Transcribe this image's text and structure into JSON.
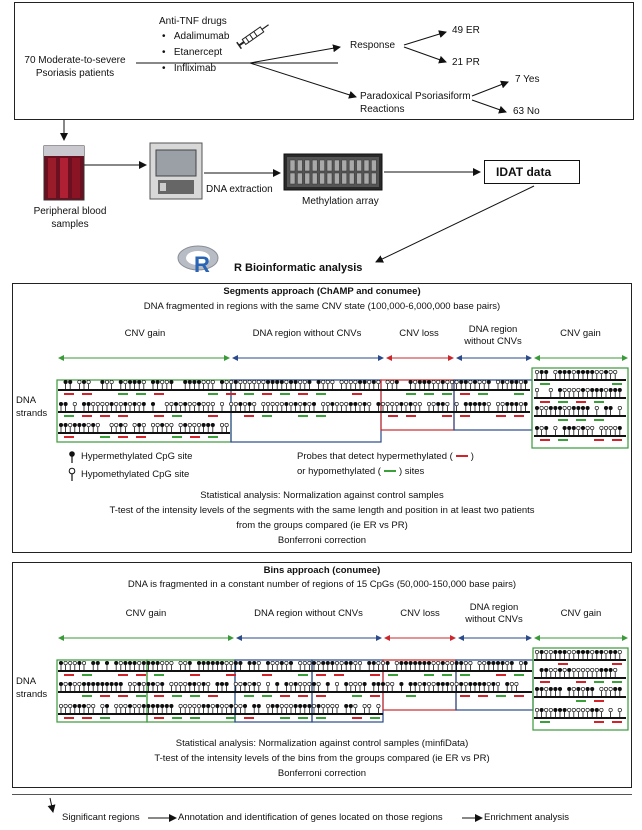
{
  "top": {
    "patients": "70 Moderate-to-severe Psoriasis patients",
    "drugs_title": "Anti-TNF drugs",
    "drugs": [
      "Adalimumab",
      "Etanercept",
      "Infliximab"
    ],
    "response": "Response",
    "er": "49 ER",
    "pr": "21 PR",
    "paradoxical": "Paradoxical Psoriasiform Reactions",
    "yes": "7 Yes",
    "no": "63 No"
  },
  "pipeline": {
    "blood": "Peripheral blood samples",
    "extraction": "DNA extraction",
    "array": "Methylation array",
    "idat": "IDAT data",
    "r_logo": "R",
    "bioinfo": "R Bioinformatic analysis"
  },
  "segments": {
    "title": "Segments approach (ChAMP and conumee)",
    "subtitle": "DNA fragmented in regions with the same CNV state (100,000-6,000,000 base pairs)",
    "regions": [
      "CNV gain",
      "DNA region without CNVs",
      "CNV loss",
      "DNA region without CNVs",
      "CNV gain"
    ],
    "dna_label": "DNA strands",
    "legend_hyper": "Hypermethylated CpG site",
    "legend_hypo": "Hypomethylated CpG site",
    "legend_probe1": "Probes that detect hypermethylated (",
    "legend_probe1_end": ")",
    "legend_probe2": "or hypomethylated (",
    "legend_probe2_end": ") sites",
    "stats": [
      "Statistical analysis: Normalization against control samples",
      "T-test of the intensity levels of the segments with the same length and position  in at least two patients",
      "from the groups compared (ie ER vs PR)",
      "Bonferroni correction"
    ]
  },
  "bins": {
    "title": "Bins approach (conumee)",
    "subtitle": "DNA is fragmented in a constant number of regions of 15 CpGs (50,000-150,000 base pairs)",
    "regions": [
      "CNV gain",
      "DNA region without CNVs",
      "CNV loss",
      "DNA region without CNVs",
      "CNV gain"
    ],
    "dna_label": "DNA strands",
    "stats": [
      "Statistical analysis: Normalization against control samples (minfiData)",
      "T-test of the intensity levels of the bins from the groups compared (ie ER vs PR)",
      "Bonferroni correction"
    ]
  },
  "footer": {
    "steps": [
      "Significant regions",
      "Annotation and identification of genes located on those regions",
      "Enrichment analysis"
    ]
  },
  "colors": {
    "gain": "#3a9a3a",
    "neutral": "#2a4a8a",
    "loss": "#c8282c",
    "hyper_probe": "#d2222a",
    "hypo_probe": "#3aa13a",
    "strand": "#111111"
  }
}
